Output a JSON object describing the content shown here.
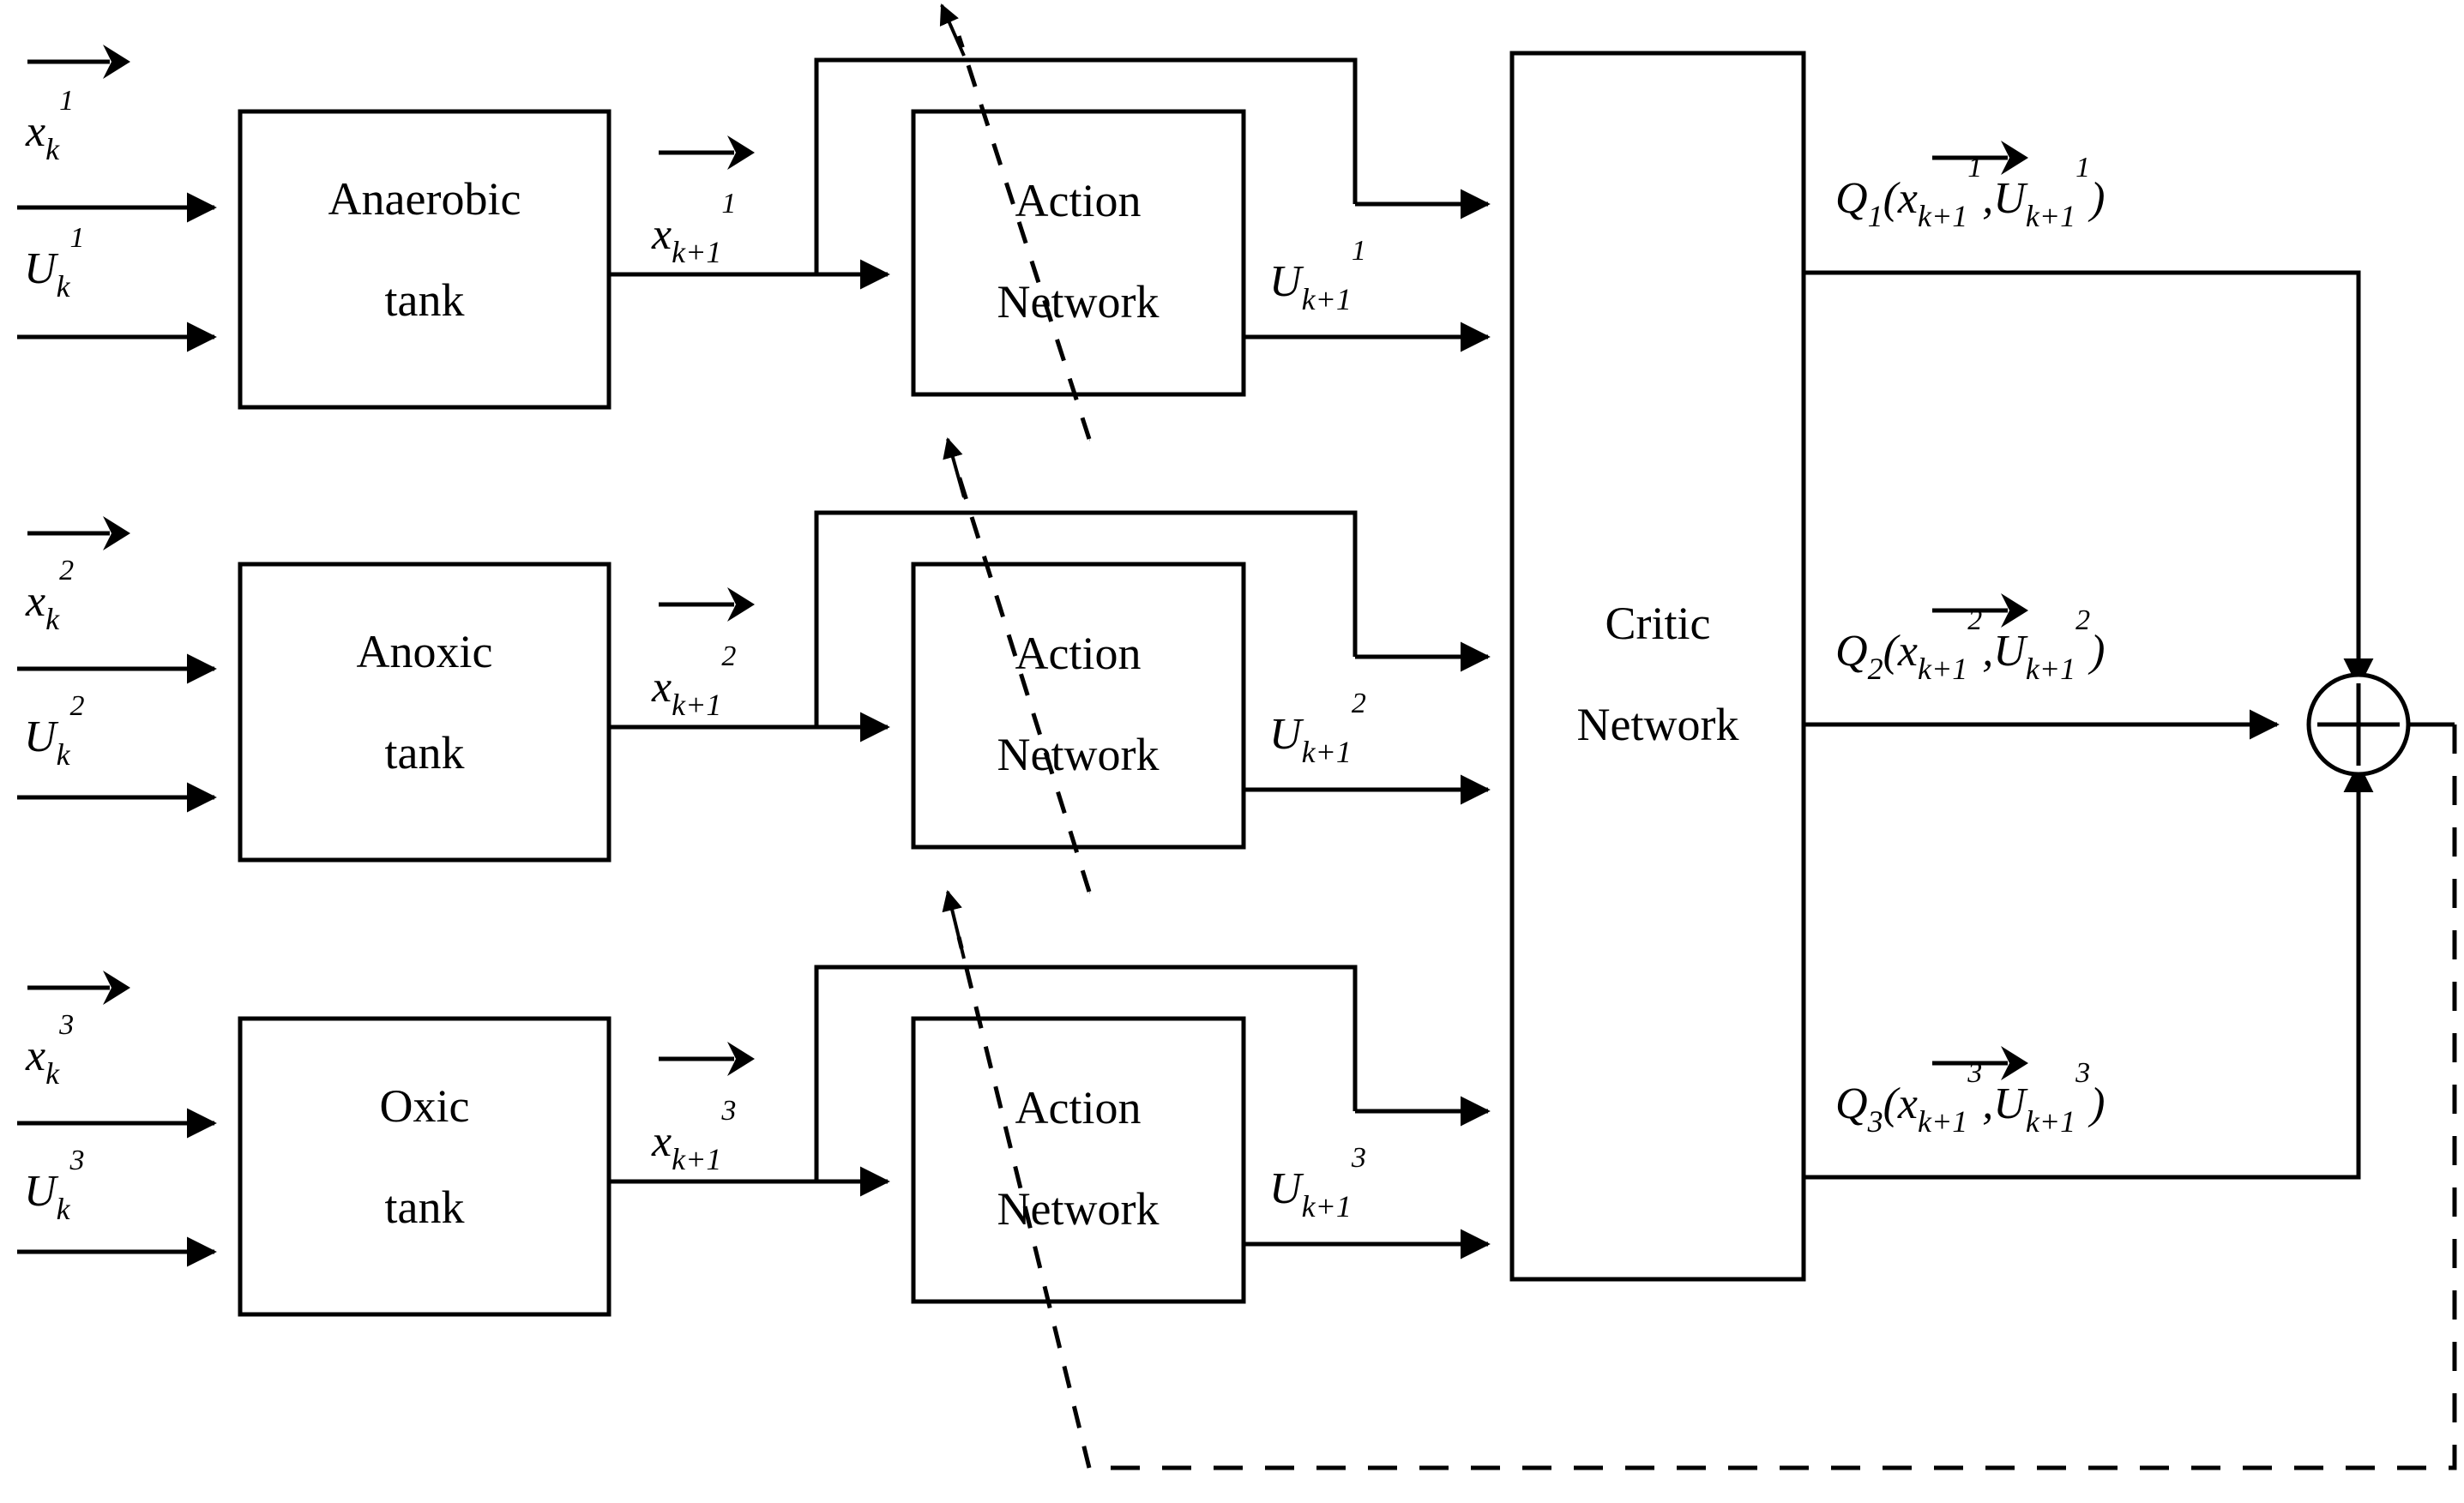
{
  "figure": {
    "title": "Multi-agent heuristic dynamic programming control structure for wastewater treatment tanks",
    "background_color": "#ffffff",
    "line_color": "#000000"
  },
  "plant_blocks": [
    {
      "id": "anaerobic",
      "line1": "Anaerobic",
      "line2": "tank",
      "input_state": "x",
      "input_state_sub": "k",
      "input_state_sup": "1",
      "input_control": "U",
      "input_control_sub": "k",
      "input_control_sup": "1",
      "output_state": "x",
      "output_state_sub": "k+1",
      "output_state_sup": "1"
    },
    {
      "id": "anoxic",
      "line1": "Anoxic",
      "line2": "tank",
      "input_state": "x",
      "input_state_sub": "k",
      "input_state_sup": "2",
      "input_control": "U",
      "input_control_sub": "k",
      "input_control_sup": "2",
      "output_state": "x",
      "output_state_sub": "k+1",
      "output_state_sup": "2"
    },
    {
      "id": "oxic",
      "line1": "Oxic",
      "line2": "tank",
      "input_state": "x",
      "input_state_sub": "k",
      "input_state_sup": "3",
      "input_control": "U",
      "input_control_sub": "k",
      "input_control_sup": "3",
      "output_state": "x",
      "output_state_sub": "k+1",
      "output_state_sup": "3"
    }
  ],
  "action_blocks": [
    {
      "id": "action-1",
      "line1": "Action",
      "line2": "Network",
      "output": "U",
      "output_sub": "k+1",
      "output_sup": "1"
    },
    {
      "id": "action-2",
      "line1": "Action",
      "line2": "Network",
      "output": "U",
      "output_sub": "k+1",
      "output_sup": "2"
    },
    {
      "id": "action-3",
      "line1": "Action",
      "line2": "Network",
      "output": "U",
      "output_sub": "k+1",
      "output_sup": "3"
    }
  ],
  "critic_block": {
    "id": "critic",
    "line1": "Critic",
    "line2": "Network"
  },
  "critic_outputs": [
    {
      "id": "q1",
      "q": "Q",
      "q_sub": "1",
      "open": "(",
      "x": "x",
      "x_sub": "k+1",
      "x_sup": "1",
      "comma": ",",
      "u": "U",
      "u_sub": "k+1",
      "u_sup": "1",
      "close": ")"
    },
    {
      "id": "q2",
      "q": "Q",
      "q_sub": "2",
      "open": "(",
      "x": "x",
      "x_sub": "k+1",
      "x_sup": "2",
      "comma": ",",
      "u": "U",
      "u_sub": "k+1",
      "u_sup": "2",
      "close": ")"
    },
    {
      "id": "q3",
      "q": "Q",
      "q_sub": "3",
      "open": "(",
      "x": "x",
      "x_sub": "k+1",
      "x_sup": "3",
      "comma": ",",
      "u": "U",
      "u_sub": "k+1",
      "u_sup": "3",
      "close": ")"
    }
  ],
  "summation": {
    "id": "summation-node",
    "symbol": "+"
  },
  "feedback": {
    "id": "feedback-path",
    "style": "dashed",
    "description": "dashed feedback from summation node to each Action Network"
  }
}
